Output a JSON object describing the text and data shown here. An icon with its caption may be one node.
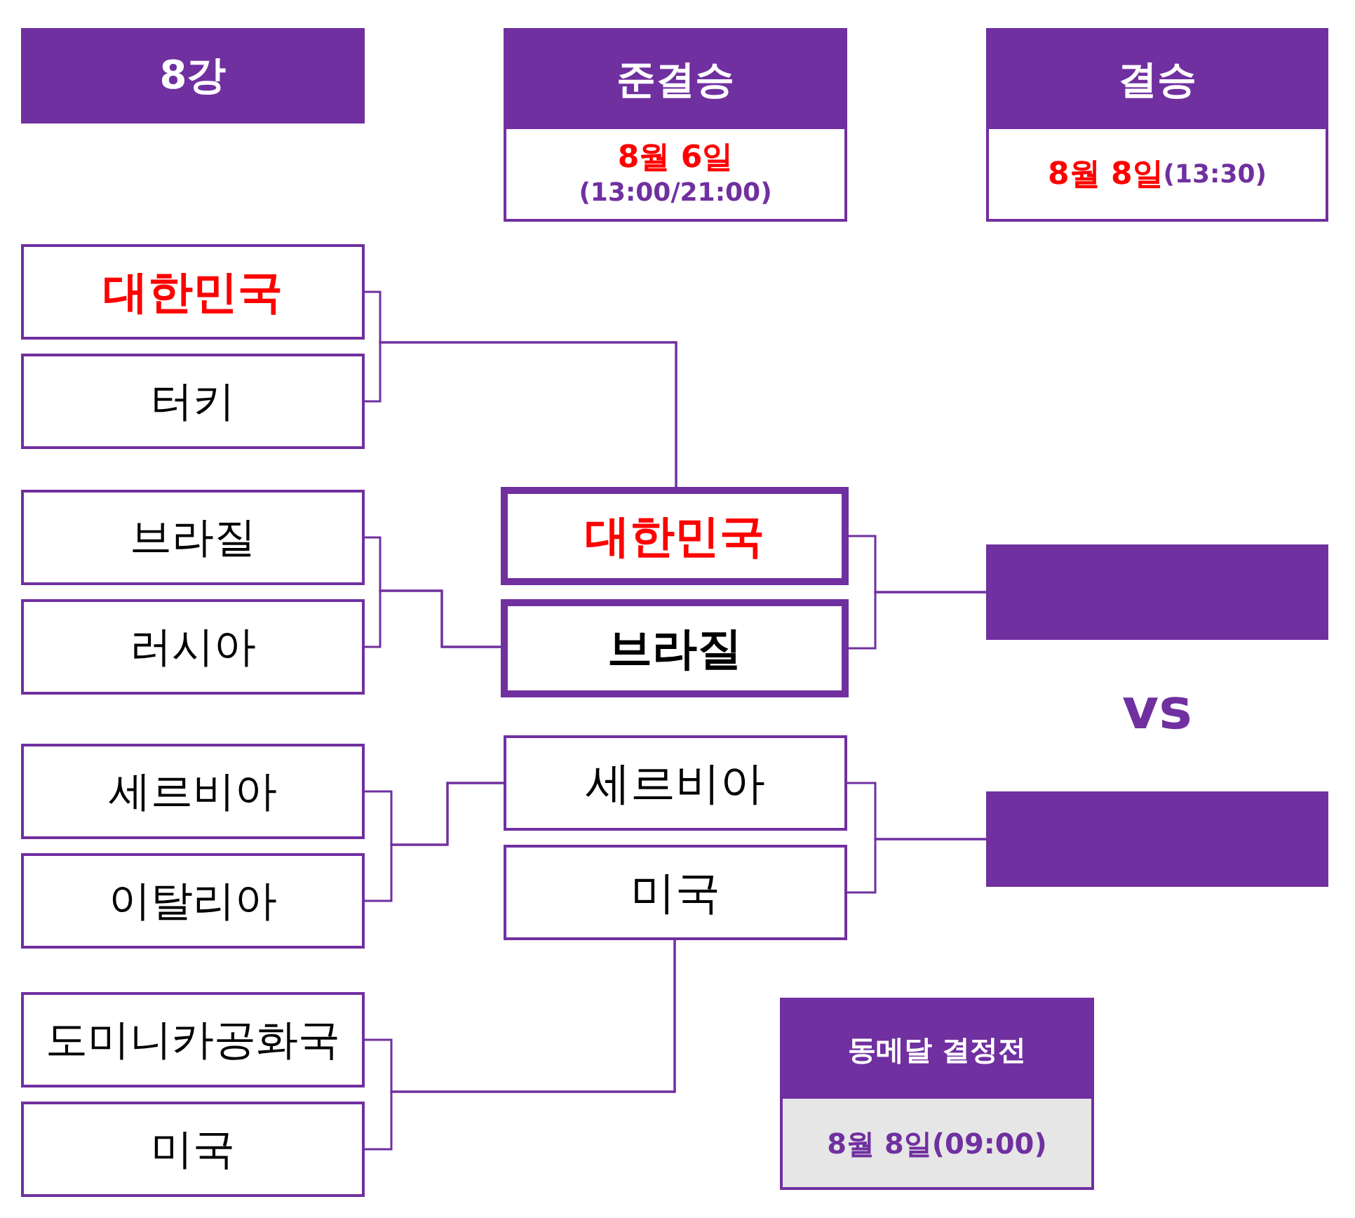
{
  "diagram": {
    "nodes": [
      {
        "text": [
          "8강"
        ]
      },
      {
        "text": [
          "준결승",
          "8월 6일",
          "(13:00/21:00)"
        ]
      },
      {
        "text": [
          "결승",
          "8월 8일",
          "(13:30)"
        ]
      },
      {
        "text": [
          "대한민국"
        ]
      },
      {
        "text": [
          "터키"
        ]
      },
      {
        "text": [
          "브라질"
        ]
      },
      {
        "text": [
          "러시아"
        ]
      },
      {
        "text": [
          "세르비아"
        ]
      },
      {
        "text": [
          "이탈리아"
        ]
      },
      {
        "text": [
          "도미니카공화국"
        ]
      },
      {
        "text": [
          "미국"
        ]
      },
      {
        "text": [
          "대한민국"
        ]
      },
      {
        "text": [
          "브라질"
        ]
      },
      {
        "text": [
          "세르비아"
        ]
      },
      {
        "text": [
          "미국"
        ]
      },
      {
        "text": [],
        "shape": "bar"
      },
      {
        "text": [],
        "shape": "bar"
      },
      {
        "text": [
          "동메달 결정전",
          "8월 8일(09:00)"
        ]
      }
    ],
    "edges": [
      {
        "from": 3,
        "to": 11,
        "arrow": "none"
      },
      {
        "from": 4,
        "to": 11,
        "arrow": "none"
      },
      {
        "from": 5,
        "to": 12,
        "arrow": "none"
      },
      {
        "from": 6,
        "to": 12,
        "arrow": "none"
      },
      {
        "from": 7,
        "to": 13,
        "arrow": "none"
      },
      {
        "from": 8,
        "to": 13,
        "arrow": "none"
      },
      {
        "from": 9,
        "to": 14,
        "arrow": "none"
      },
      {
        "from": 10,
        "to": 14,
        "arrow": "none"
      },
      {
        "from": 11,
        "to": 15,
        "arrow": "none"
      },
      {
        "from": 12,
        "to": 15,
        "arrow": "none"
      },
      {
        "from": 13,
        "to": 16,
        "arrow": "none"
      },
      {
        "from": 14,
        "to": 16,
        "arrow": "none"
      }
    ],
    "labels": [
      "vs"
    ]
  }
}
